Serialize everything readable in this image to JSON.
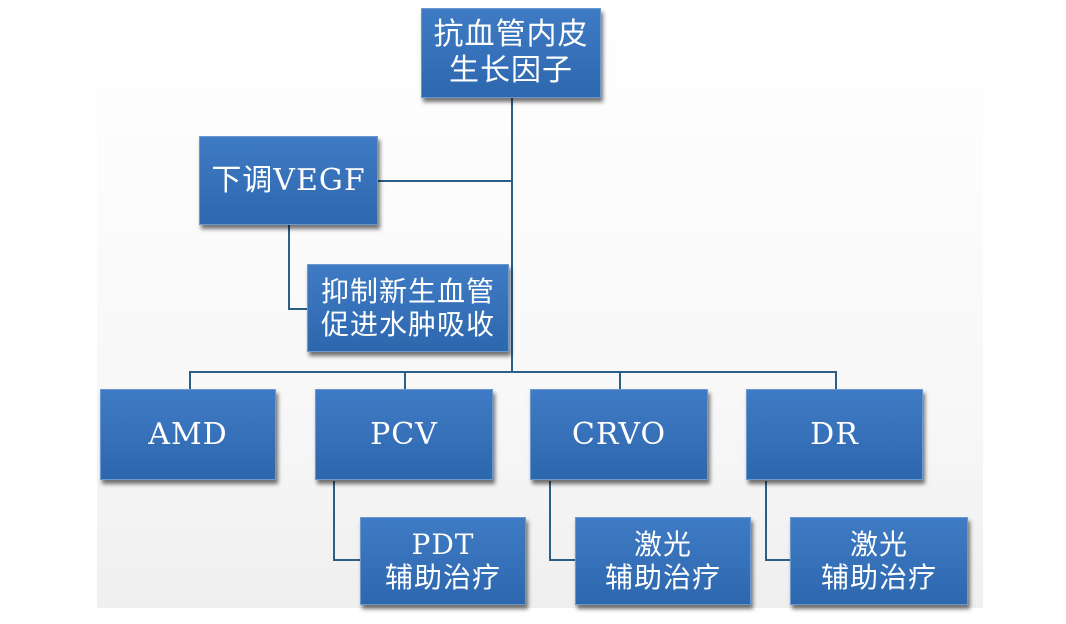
{
  "diagram": {
    "root": {
      "line1": "抗血管内皮",
      "line2": "生长因子"
    },
    "mechanism": {
      "label": "下调VEGF"
    },
    "effect": {
      "line1": "抑制新生血管",
      "line2": "促进水肿吸收"
    },
    "diseases": [
      {
        "label": "AMD"
      },
      {
        "label": "PCV"
      },
      {
        "label": "CRVO"
      },
      {
        "label": "DR"
      }
    ],
    "adjuncts": [
      {
        "line1": "PDT",
        "line2": "辅助治疗"
      },
      {
        "line1": "激光",
        "line2": "辅助治疗"
      },
      {
        "line1": "激光",
        "line2": "辅助治疗"
      }
    ]
  },
  "colors": {
    "box_fill": "#3570b8",
    "box_border": "#6a98cf",
    "connector": "#2b5f86",
    "text": "#ffffff"
  }
}
